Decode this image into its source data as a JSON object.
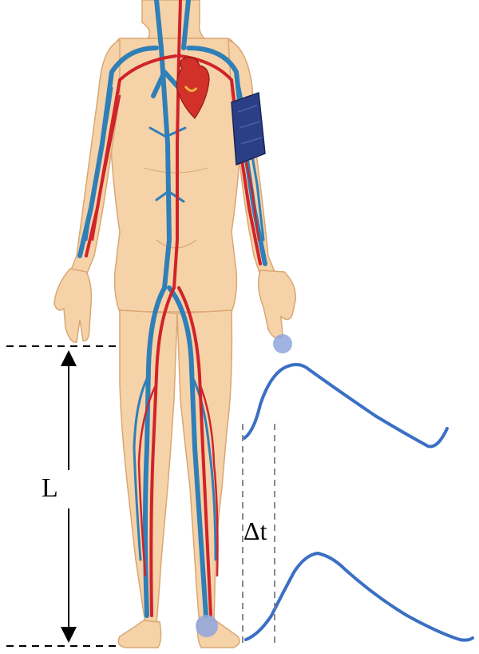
{
  "labels": {
    "length": "L",
    "delta_t": "Δt"
  },
  "icons": {
    "body": "human-body-circulation-illustration",
    "cuff": "blood-pressure-cuff-icon",
    "sensor_finger": "finger-sensor-icon",
    "sensor_toe": "toe-sensor-icon"
  },
  "colors": {
    "skin": "#f6d2a8",
    "skin_outline": "#d9a774",
    "vein": "#2f7fb8",
    "artery": "#d0232a",
    "waveform": "#3a6fc4",
    "cuff": "#2b3f86",
    "sensor": "#8fa6dd",
    "heart": "#d2312a"
  }
}
